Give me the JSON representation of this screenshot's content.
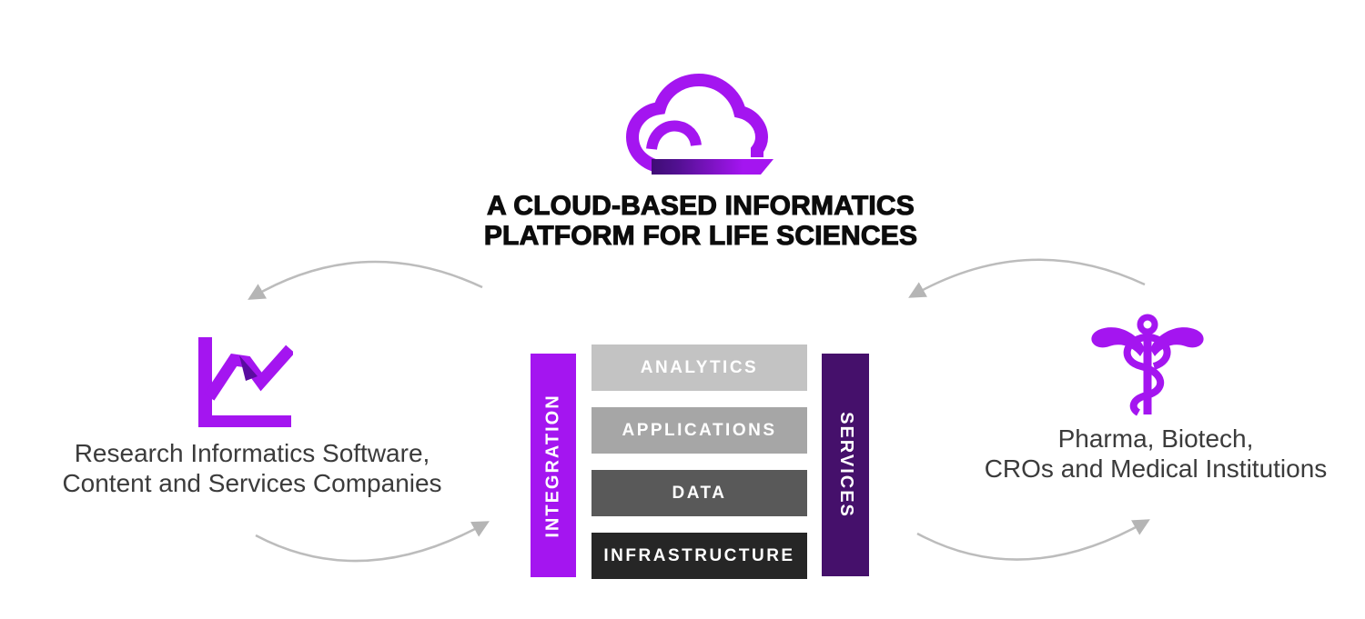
{
  "header": {
    "title_line1": "A CLOUD-BASED INFORMATICS",
    "title_line2": "PLATFORM FOR LIFE SCIENCES"
  },
  "left_side": {
    "icon": "line-chart-icon",
    "label_line1": "Research Informatics Software,",
    "label_line2": "Content and Services Companies"
  },
  "right_side": {
    "icon": "caduceus-icon",
    "label_line1": "Pharma, Biotech,",
    "label_line2": "CROs and Medical Institutions"
  },
  "stack": {
    "integration_bar": {
      "label": "INTEGRATION",
      "color": "#a415f0"
    },
    "services_bar": {
      "label": "SERVICES",
      "color": "#45106b"
    },
    "layers": [
      {
        "label": "ANALYTICS",
        "color": "#c3c3c3"
      },
      {
        "label": "APPLICATIONS",
        "color": "#a6a6a6"
      },
      {
        "label": "DATA",
        "color": "#595959"
      },
      {
        "label": "INFRASTRUCTURE",
        "color": "#262626"
      }
    ]
  },
  "colors": {
    "brand_purple": "#a415f0",
    "dark_purple": "#45106b",
    "gradient_dark": "#3f0d75",
    "arrow_gray": "#bcbcbc",
    "label_text": "#3b3b3b",
    "title_black": "#0c0c0c"
  }
}
